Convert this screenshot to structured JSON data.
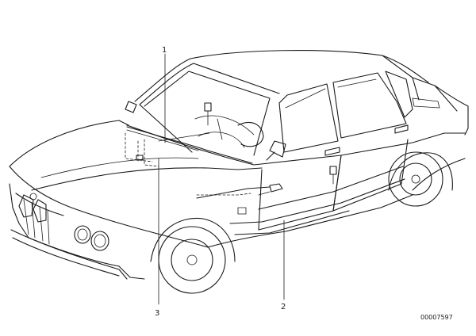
{
  "callouts": {
    "one": "1",
    "two": "2",
    "three": "3"
  },
  "document_number": "00007597",
  "colors": {
    "line": "#1a1a1a",
    "background": "#ffffff"
  }
}
